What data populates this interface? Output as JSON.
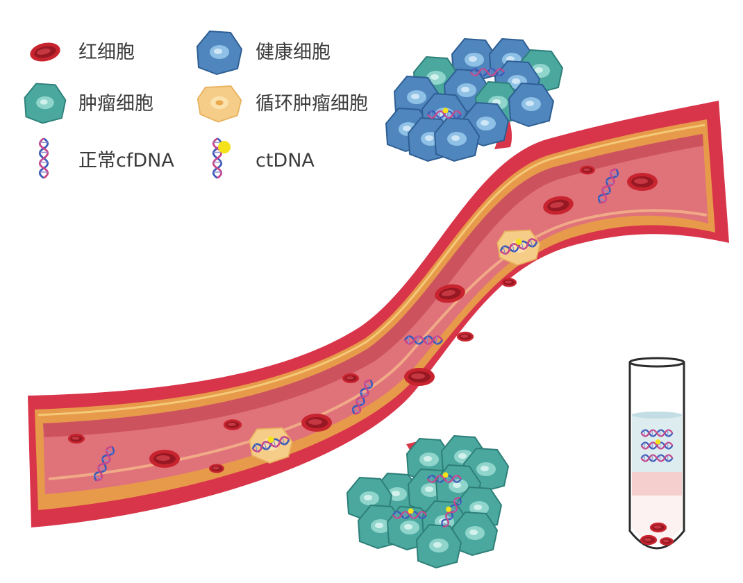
{
  "legend": {
    "items": [
      {
        "key": "rbc",
        "label": "红细胞"
      },
      {
        "key": "healthy",
        "label": "健康细胞"
      },
      {
        "key": "tumor",
        "label": "肿瘤细胞"
      },
      {
        "key": "ctc",
        "label": "循环肿瘤细胞"
      },
      {
        "key": "cfdna",
        "label": "正常cfDNA"
      },
      {
        "key": "ctdna",
        "label": "ctDNA"
      }
    ]
  },
  "colors": {
    "rbc": "#c8242f",
    "rbc_dark": "#8e1620",
    "healthy_cell": "#5b94c8",
    "tumor_cell": "#4fb0a8",
    "ctc": "#f6cd88",
    "ctdna_marker": "#f5e21a",
    "vessel_outer": "#d9354a",
    "vessel_wall": "#e79b4a",
    "vessel_lumen": "#e0727a",
    "dna_blue": "#3b5bb8",
    "dna_pink": "#c8468a"
  }
}
